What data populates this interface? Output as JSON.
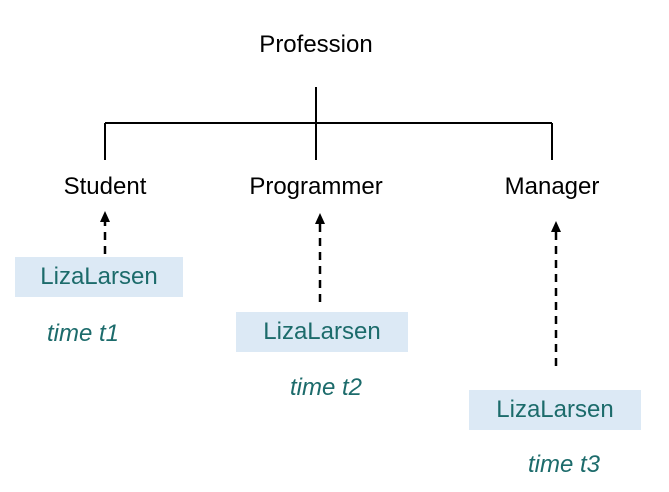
{
  "root": {
    "label": "Profession"
  },
  "categories": [
    {
      "label": "Student"
    },
    {
      "label": "Programmer"
    },
    {
      "label": "Manager"
    }
  ],
  "instances": [
    {
      "label": "LizaLarsen",
      "time": "time t1"
    },
    {
      "label": "LizaLarsen",
      "time": "time t2"
    },
    {
      "label": "LizaLarsen",
      "time": "time t3"
    }
  ],
  "colors": {
    "line": "#000000",
    "box_fill": "#dce9f5",
    "teal_text": "#1c6b6b"
  }
}
